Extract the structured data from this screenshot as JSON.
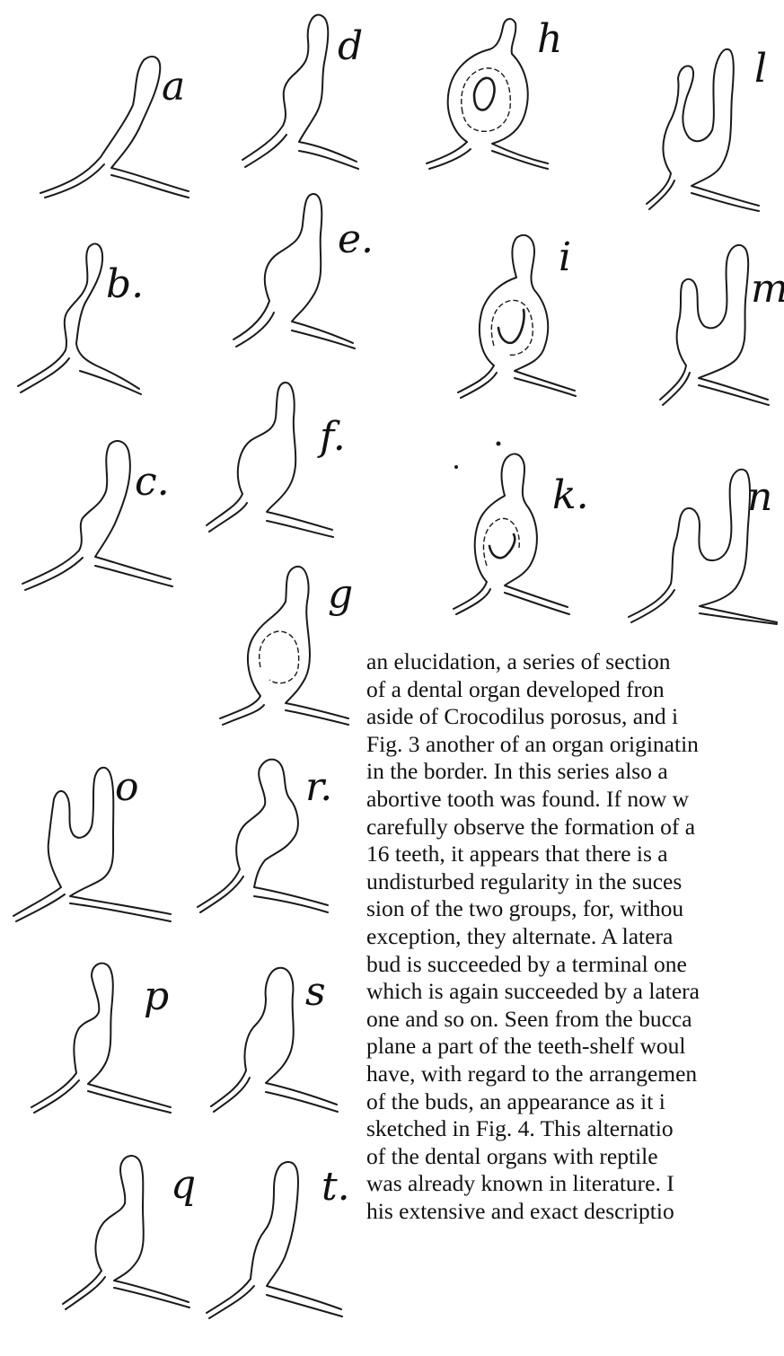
{
  "figure": {
    "labels": {
      "a": "a",
      "b": "b.",
      "c": "c.",
      "d": "d",
      "e": "e.",
      "f": "f.",
      "g": "g",
      "h": "h",
      "i": "i",
      "k": "k.",
      "l": "l",
      "m": "m",
      "n": "n",
      "o": "o",
      "p": "p",
      "q": "q",
      "r": "r.",
      "s": "s",
      "t": "t."
    }
  },
  "text": {
    "lines": [
      "an elucidation, a series of section",
      "of a dental organ developed fron",
      "aside of Crocodilus porosus, and i",
      "Fig. 3 another of an organ originatin",
      "in the border. In this series also a",
      "abortive tooth was found. If now w",
      "carefully observe the formation of a",
      "16 teeth, it appears that there is a",
      "undisturbed regularity in the suces",
      "sion of the two groups, for, withou",
      "exception, they alternate. A latera",
      "bud is succeeded by a terminal one",
      "which is again succeeded by a latera",
      "one and so on. Seen from the bucca",
      "plane a part of the teeth-shelf woul",
      "have, with regard to the arrangemen",
      "of the buds, an appearance as it i",
      "sketched in Fig. 4. This alternatio",
      "of the dental organs with reptile",
      "was already known in literature. I",
      "his extensive and exact descriptio"
    ]
  }
}
